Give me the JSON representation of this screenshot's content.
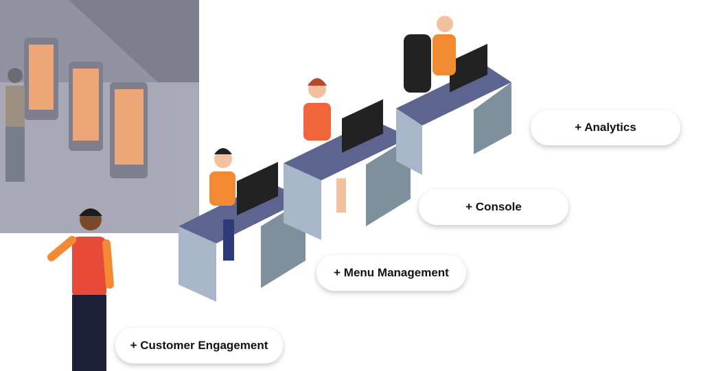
{
  "features": [
    {
      "label": "+ Analytics"
    },
    {
      "label": "+ Console"
    },
    {
      "label": "+ Menu Management"
    },
    {
      "label": "+ Customer Engagement"
    }
  ],
  "colors": {
    "desk_top": "#5e6490",
    "desk_side": "#a7b6c8",
    "desk_panel": "#7d909c",
    "orange": "#f28a33",
    "monitor": "#222222"
  }
}
